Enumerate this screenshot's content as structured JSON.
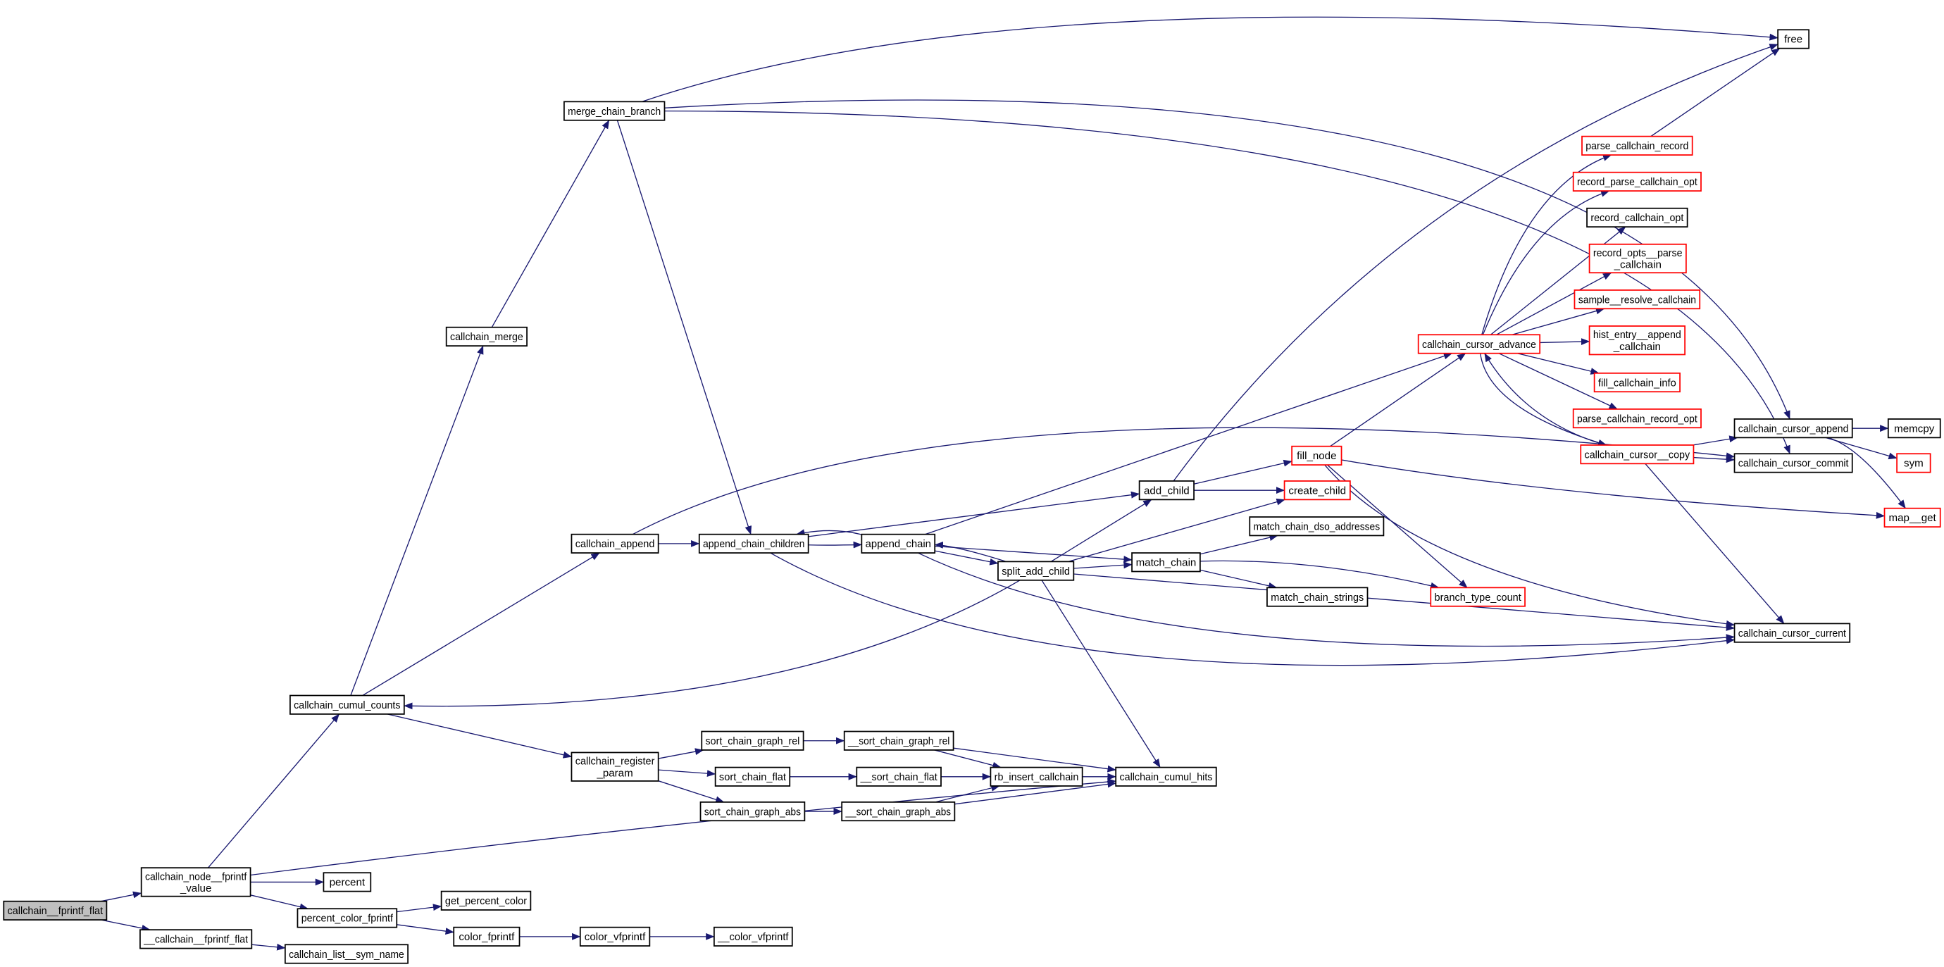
{
  "graph": {
    "root": "n0",
    "colors": {
      "edge": "#191970",
      "node_border": "#000000",
      "truncated_border": "#ff0000",
      "root_fill": "#bfbfbf",
      "node_fill": "#ffffff"
    },
    "nodes": {
      "n0": {
        "label": [
          "callchain__fprintf_flat"
        ],
        "state": "root"
      },
      "n1": {
        "label": [
          "callchain_node__fprintf",
          "_value"
        ],
        "state": "normal"
      },
      "n2": {
        "label": [
          "__callchain__fprintf_flat"
        ],
        "state": "normal"
      },
      "n3": {
        "label": [
          "callchain_list__sym_name"
        ],
        "state": "normal"
      },
      "n4": {
        "label": [
          "percent"
        ],
        "state": "normal"
      },
      "n5": {
        "label": [
          "percent_color_fprintf"
        ],
        "state": "normal"
      },
      "n6": {
        "label": [
          "get_percent_color"
        ],
        "state": "normal"
      },
      "n7": {
        "label": [
          "color_fprintf"
        ],
        "state": "normal"
      },
      "n8": {
        "label": [
          "color_vfprintf"
        ],
        "state": "normal"
      },
      "n9": {
        "label": [
          "__color_vfprintf"
        ],
        "state": "normal"
      },
      "n10": {
        "label": [
          "callchain_cumul_counts"
        ],
        "state": "normal"
      },
      "n11": {
        "label": [
          "callchain_register",
          "_param"
        ],
        "state": "normal"
      },
      "n12": {
        "label": [
          "sort_chain_graph_rel"
        ],
        "state": "normal"
      },
      "n13": {
        "label": [
          "sort_chain_flat"
        ],
        "state": "normal"
      },
      "n14": {
        "label": [
          "sort_chain_graph_abs"
        ],
        "state": "normal"
      },
      "n15": {
        "label": [
          "__sort_chain_graph_rel"
        ],
        "state": "normal"
      },
      "n16": {
        "label": [
          "__sort_chain_flat"
        ],
        "state": "normal"
      },
      "n17": {
        "label": [
          "__sort_chain_graph_abs"
        ],
        "state": "normal"
      },
      "n18": {
        "label": [
          "rb_insert_callchain"
        ],
        "state": "normal"
      },
      "n19": {
        "label": [
          "callchain_cumul_hits"
        ],
        "state": "normal"
      },
      "n20": {
        "label": [
          "callchain_merge"
        ],
        "state": "normal"
      },
      "n21": {
        "label": [
          "merge_chain_branch"
        ],
        "state": "normal"
      },
      "n22": {
        "label": [
          "callchain_append"
        ],
        "state": "normal"
      },
      "n23": {
        "label": [
          "append_chain_children"
        ],
        "state": "normal"
      },
      "n24": {
        "label": [
          "append_chain"
        ],
        "state": "normal"
      },
      "n25": {
        "label": [
          "split_add_child"
        ],
        "state": "normal"
      },
      "n26": {
        "label": [
          "add_child"
        ],
        "state": "normal"
      },
      "n27": {
        "label": [
          "fill_node"
        ],
        "state": "truncated"
      },
      "n28": {
        "label": [
          "create_child"
        ],
        "state": "truncated"
      },
      "n29": {
        "label": [
          "match_chain_dso_addresses"
        ],
        "state": "normal"
      },
      "n30": {
        "label": [
          "match_chain"
        ],
        "state": "normal"
      },
      "n31": {
        "label": [
          "match_chain_strings"
        ],
        "state": "normal"
      },
      "n32": {
        "label": [
          "branch_type_count"
        ],
        "state": "truncated"
      },
      "n33": {
        "label": [
          "callchain_cursor_current"
        ],
        "state": "normal"
      },
      "n34": {
        "label": [
          "map__get"
        ],
        "state": "truncated"
      },
      "n35": {
        "label": [
          "free"
        ],
        "state": "normal"
      },
      "n36": {
        "label": [
          "parse_callchain_record"
        ],
        "state": "truncated"
      },
      "n37": {
        "label": [
          "record_parse_callchain_opt"
        ],
        "state": "truncated"
      },
      "n38": {
        "label": [
          "record_callchain_opt"
        ],
        "state": "normal"
      },
      "n39": {
        "label": [
          "record_opts__parse",
          "_callchain"
        ],
        "state": "truncated"
      },
      "n40": {
        "label": [
          "sample__resolve_callchain"
        ],
        "state": "truncated"
      },
      "n41": {
        "label": [
          "hist_entry__append",
          "_callchain"
        ],
        "state": "truncated"
      },
      "n42": {
        "label": [
          "fill_callchain_info"
        ],
        "state": "truncated"
      },
      "n43": {
        "label": [
          "parse_callchain_record_opt"
        ],
        "state": "truncated"
      },
      "n44": {
        "label": [
          "callchain_cursor_advance"
        ],
        "state": "truncated"
      },
      "n45": {
        "label": [
          "callchain_cursor__copy"
        ],
        "state": "truncated"
      },
      "n46": {
        "label": [
          "callchain_cursor_append"
        ],
        "state": "normal"
      },
      "n47": {
        "label": [
          "memcpy"
        ],
        "state": "normal"
      },
      "n48": {
        "label": [
          "callchain_cursor_commit"
        ],
        "state": "normal"
      },
      "n49": {
        "label": [
          "sym"
        ],
        "state": "truncated"
      }
    },
    "edges": [
      [
        "n0",
        "n1"
      ],
      [
        "n0",
        "n2"
      ],
      [
        "n1",
        "n10"
      ],
      [
        "n1",
        "n19"
      ],
      [
        "n1",
        "n4"
      ],
      [
        "n1",
        "n5"
      ],
      [
        "n5",
        "n6"
      ],
      [
        "n5",
        "n7"
      ],
      [
        "n7",
        "n8"
      ],
      [
        "n8",
        "n9"
      ],
      [
        "n2",
        "n3"
      ],
      [
        "n10",
        "n20"
      ],
      [
        "n10",
        "n22"
      ],
      [
        "n10",
        "n11"
      ],
      [
        "n25",
        "n10"
      ],
      [
        "n20",
        "n21"
      ],
      [
        "n21",
        "n35"
      ],
      [
        "n21",
        "n46"
      ],
      [
        "n21",
        "n48"
      ],
      [
        "n21",
        "n23"
      ],
      [
        "n22",
        "n23"
      ],
      [
        "n22",
        "n48"
      ],
      [
        "n23",
        "n24"
      ],
      [
        "n24",
        "n23"
      ],
      [
        "n23",
        "n33"
      ],
      [
        "n23",
        "n26"
      ],
      [
        "n24",
        "n44"
      ],
      [
        "n24",
        "n25"
      ],
      [
        "n24",
        "n30"
      ],
      [
        "n24",
        "n33"
      ],
      [
        "n25",
        "n24"
      ],
      [
        "n25",
        "n26"
      ],
      [
        "n25",
        "n28"
      ],
      [
        "n25",
        "n30"
      ],
      [
        "n25",
        "n33"
      ],
      [
        "n25",
        "n19"
      ],
      [
        "n26",
        "n27"
      ],
      [
        "n26",
        "n28"
      ],
      [
        "n26",
        "n35"
      ],
      [
        "n27",
        "n44"
      ],
      [
        "n27",
        "n34"
      ],
      [
        "n27",
        "n32"
      ],
      [
        "n27",
        "n33"
      ],
      [
        "n30",
        "n29"
      ],
      [
        "n30",
        "n31"
      ],
      [
        "n30",
        "n32"
      ],
      [
        "n44",
        "n36"
      ],
      [
        "n44",
        "n37"
      ],
      [
        "n44",
        "n38"
      ],
      [
        "n44",
        "n39"
      ],
      [
        "n44",
        "n40"
      ],
      [
        "n44",
        "n41"
      ],
      [
        "n44",
        "n42"
      ],
      [
        "n44",
        "n43"
      ],
      [
        "n44",
        "n45"
      ],
      [
        "n45",
        "n44"
      ],
      [
        "n36",
        "n35"
      ],
      [
        "n45",
        "n46"
      ],
      [
        "n45",
        "n48"
      ],
      [
        "n45",
        "n33"
      ],
      [
        "n46",
        "n47"
      ],
      [
        "n46",
        "n49"
      ],
      [
        "n46",
        "n34"
      ],
      [
        "n11",
        "n12"
      ],
      [
        "n11",
        "n13"
      ],
      [
        "n11",
        "n14"
      ],
      [
        "n12",
        "n15"
      ],
      [
        "n13",
        "n16"
      ],
      [
        "n14",
        "n17"
      ],
      [
        "n15",
        "n18"
      ],
      [
        "n15",
        "n19"
      ],
      [
        "n16",
        "n18"
      ],
      [
        "n17",
        "n18"
      ],
      [
        "n17",
        "n19"
      ],
      [
        "n18",
        "n19"
      ]
    ]
  }
}
